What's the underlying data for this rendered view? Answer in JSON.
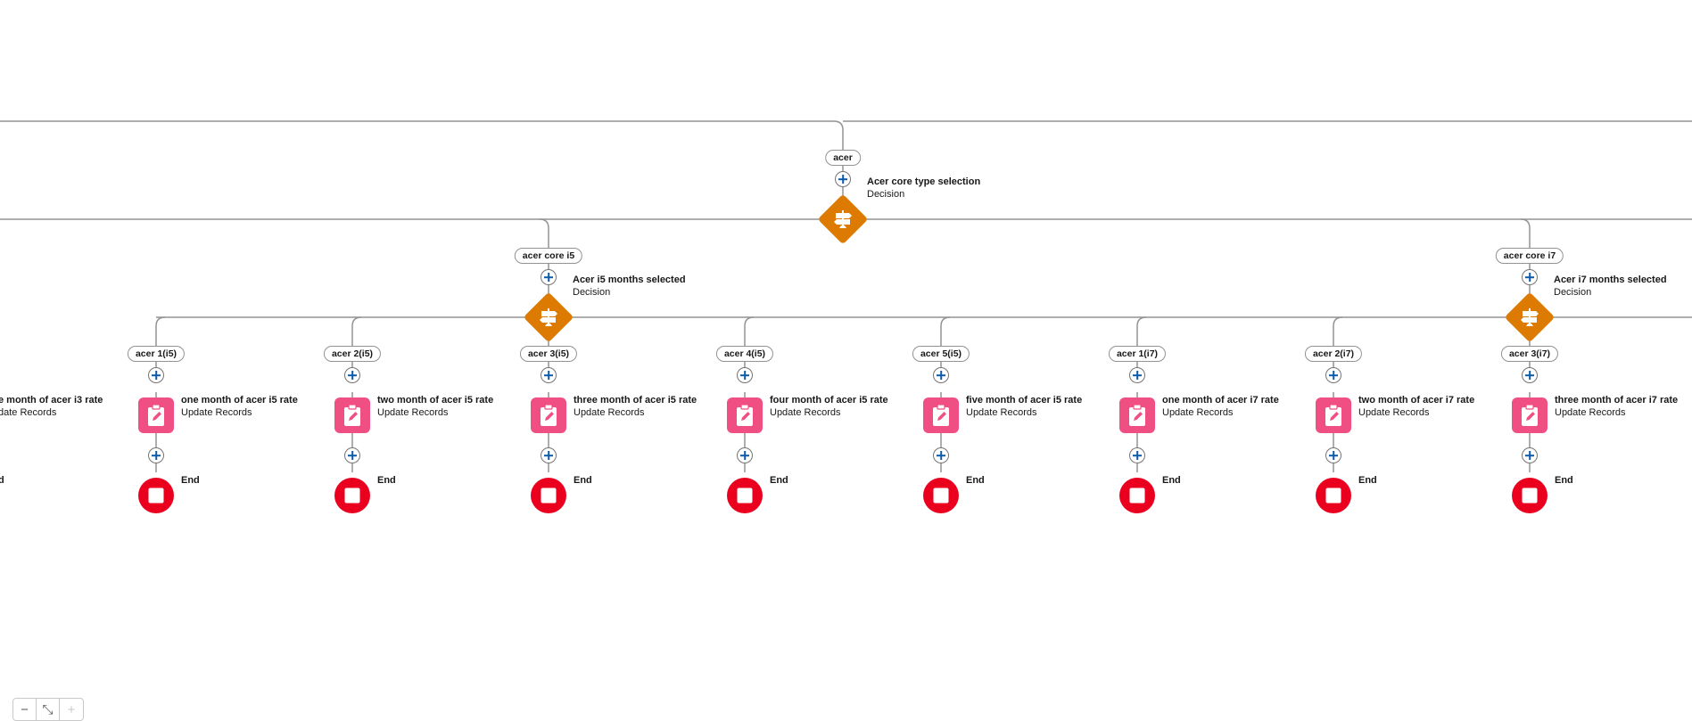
{
  "decisions": [
    {
      "id": "d0",
      "title": "Acer core type selection",
      "subtitle": "Decision"
    },
    {
      "id": "d1",
      "title": "Acer i5 months selected",
      "subtitle": "Decision"
    },
    {
      "id": "d2",
      "title": "Acer i7 months selected",
      "subtitle": "Decision"
    }
  ],
  "outcomes": [
    {
      "id": "o0",
      "label": "acer"
    },
    {
      "id": "o1",
      "label": "acer core i5"
    },
    {
      "id": "o2",
      "label": "acer core i7"
    }
  ],
  "branches": [
    {
      "label": "acer 1(i5)",
      "title": "one month of acer i5 rate",
      "subtitle": "Update Records",
      "end": "End"
    },
    {
      "label": "acer 2(i5)",
      "title": "two month of acer i5 rate",
      "subtitle": "Update Records",
      "end": "End"
    },
    {
      "label": "acer 3(i5)",
      "title": "three month of acer i5 rate",
      "subtitle": "Update Records",
      "end": "End"
    },
    {
      "label": "acer 4(i5)",
      "title": "four month of acer i5 rate",
      "subtitle": "Update Records",
      "end": "End"
    },
    {
      "label": "acer 5(i5)",
      "title": "five month of acer i5 rate",
      "subtitle": "Update Records",
      "end": "End"
    },
    {
      "label": "acer 1(i7)",
      "title": "one month of acer i7 rate",
      "subtitle": "Update Records",
      "end": "End"
    },
    {
      "label": "acer 2(i7)",
      "title": "two month of acer i7 rate",
      "subtitle": "Update Records",
      "end": "End"
    },
    {
      "label": "acer 3(i7)",
      "title": "three month of acer i7 rate",
      "subtitle": "Update Records",
      "end": "End"
    }
  ],
  "partial_left": {
    "title": "e month of acer i3 rate",
    "subtitle": "date Records",
    "end": "d"
  },
  "zoom_controls": {
    "zoom_out": "−",
    "fit": "⤡",
    "zoom_in": "+"
  },
  "icons": {
    "decision": "decision-signpost-icon",
    "record": "update-records-pencil-icon",
    "end": "stop-square-icon",
    "add": "add-element-icon"
  },
  "colors": {
    "decision": "#dd7a01",
    "record": "#f04f83",
    "end": "#ea001e",
    "add_plus": "#0b5cab",
    "connector": "#939393"
  }
}
